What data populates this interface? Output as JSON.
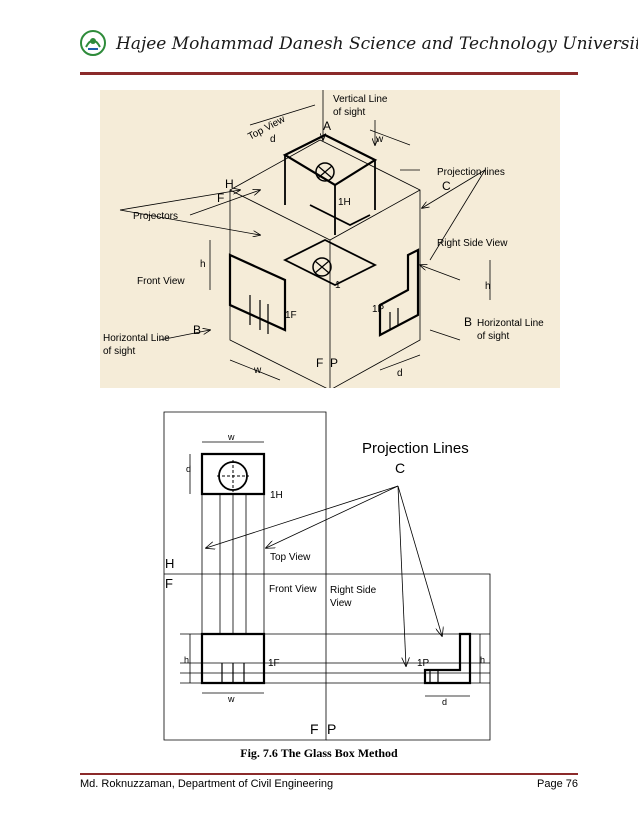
{
  "header": {
    "university": "Hajee Mohammad Danesh Science and Technology University"
  },
  "figure_top": {
    "labels": {
      "vertical_line": "Vertical Line",
      "of_sight": "of sight",
      "A": "A",
      "top_view": "Top View",
      "d": "d",
      "w": "w",
      "projection_lines": "Projection lines",
      "C": "C",
      "H": "H",
      "F": "F",
      "one_h": "1H",
      "projectors": "Projectors",
      "right_side_view": "Right Side View",
      "h": "h",
      "front_view": "Front View",
      "one": "1",
      "one_p": "1P",
      "one_f": "1F",
      "B": "B",
      "horizontal_line": "Horizontal Line",
      "P": "P"
    }
  },
  "figure_bottom": {
    "labels": {
      "w": "w",
      "d": "d",
      "projection_lines": "Projection Lines",
      "C": "C",
      "one_h": "1H",
      "top_view": "Top View",
      "H": "H",
      "F": "F",
      "front_view": "Front View",
      "right_side": "Right Side",
      "view": "View",
      "h": "h",
      "one_f": "1F",
      "one_p": "1P",
      "P": "P"
    }
  },
  "caption": "Fig. 7.6 The Glass Box Method",
  "footer": {
    "left": "Md. Roknuzzaman, Department of Civil Engineering",
    "right": "Page 76"
  },
  "colors": {
    "rule": "#8b2a2a",
    "figure_background": "#f5ecd8",
    "logo_green": "#2e8b3a"
  }
}
